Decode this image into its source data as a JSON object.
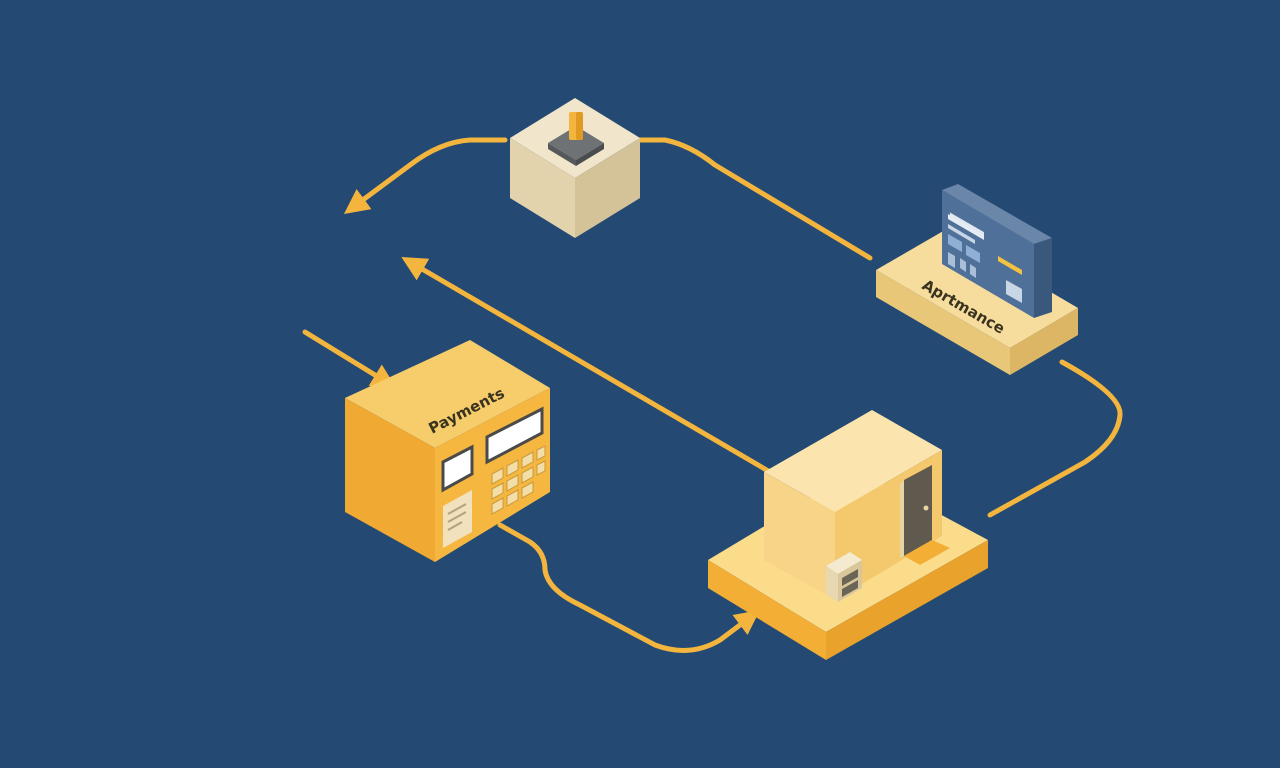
{
  "diagram": {
    "nodes": [
      {
        "id": "control",
        "label": ""
      },
      {
        "id": "monitor",
        "label": "Aprtmance"
      },
      {
        "id": "payments",
        "label": "Payments"
      },
      {
        "id": "building",
        "label": ""
      }
    ]
  },
  "colors": {
    "background": "#244a73",
    "arrow": "#f3b53e",
    "box_light": "#f6dd9d",
    "box_orange": "#f2ac39",
    "cream": "#e6d8b4",
    "monitor": "#4a6b91"
  }
}
